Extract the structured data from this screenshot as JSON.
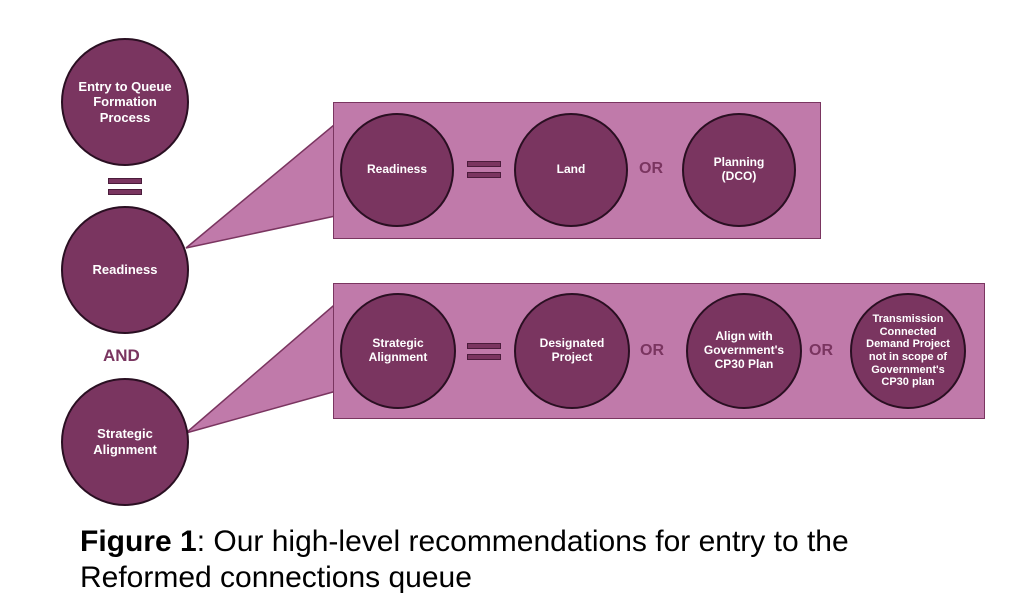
{
  "left_column": {
    "entry_circle": "Entry to Queue Formation Process",
    "readiness_circle": "Readiness",
    "and_label": "AND",
    "strategic_circle": "Strategic Alignment"
  },
  "readiness_panel": {
    "head": "Readiness",
    "option_1": "Land",
    "or_1": "OR",
    "option_2": "Planning (DCO)"
  },
  "strategic_panel": {
    "head": "Strategic Alignment",
    "option_1": "Designated Project",
    "or_1": "OR",
    "option_2": "Align with Government's CP30 Plan",
    "or_2": "OR",
    "option_3": "Transmission Connected Demand Project not in scope of Government's CP30 plan"
  },
  "caption": {
    "label": "Figure 1",
    "text": ": Our high-level recommendations for entry to the Reformed connections queue"
  },
  "colors": {
    "circle_fill": "#7a3560",
    "panel_fill": "#c07aaa",
    "operator_text": "#7a3560"
  }
}
